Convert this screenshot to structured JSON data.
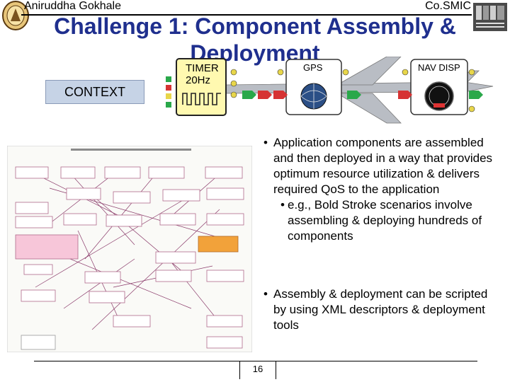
{
  "header": {
    "author": "Aniruddha Gokhale",
    "brand": "Co.SMIC"
  },
  "title": "Challenge 1: Component Assembly & Deployment",
  "context_label": "CONTEXT",
  "scenario": {
    "timer_label_line1": "TIMER",
    "timer_label_line2": "20Hz",
    "gps_label": "GPS",
    "nav_label": "NAV DISP"
  },
  "bullets": {
    "main1": "Application components are assembled and then deployed in a way that provides optimum resource utilization & delivers required QoS to the application",
    "sub1": "e.g., Bold Stroke scenarios involve assembling & deploying hundreds of components",
    "main2": "Assembly & deployment can be scripted by using XML descriptors & deployment tools"
  },
  "footer": {
    "page_number": "16"
  },
  "colors": {
    "title": "#1f2f8e",
    "context_box": "#c6d3e6",
    "timer_box": "#fff9b0"
  }
}
